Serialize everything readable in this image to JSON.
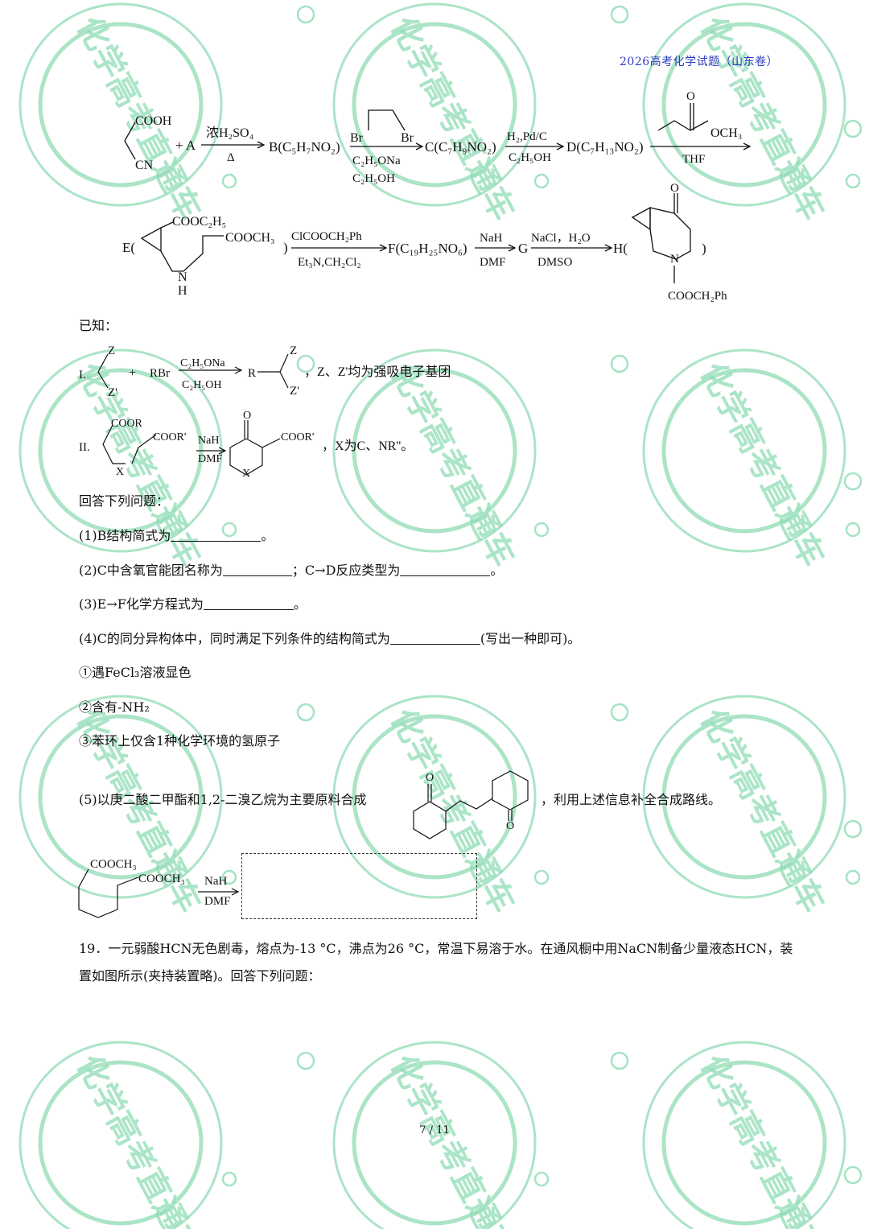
{
  "header": {
    "title": "2026高考化学试题（山东卷）"
  },
  "watermark": {
    "text": "化学高考直通车",
    "color": "#8fdcb4"
  },
  "scheme": {
    "row1": {
      "reactant_cooh": "COOH",
      "reactant_cn": "CN",
      "plus_a": "+ A",
      "arrow1_top": "浓H₂SO₄",
      "arrow1_bottom": "Δ",
      "B": "B(C₅H₇NO₂)",
      "reagent_br1": "Br",
      "reagent_br2": "Br",
      "arrow2_bottom1": "C₂H₅ONa",
      "arrow2_bottom2": "C₂H₅OH",
      "C": "C(C₇H₉NO₂)",
      "arrow3_top": "H₂,Pd/C",
      "arrow3_bottom": "C₂H₅OH",
      "D": "D(C₇H₁₃NO₂)",
      "reagent_o": "O",
      "reagent_och3": "OCH₃",
      "arrow4_bottom": "THF"
    },
    "row2": {
      "E_prefix": "E(",
      "E_cooc2h5": "COOC₂H₅",
      "E_cooch3": "COOCH₃",
      "E_nh_n": "N",
      "E_nh_h": "H",
      "E_suffix": ")",
      "arrow5_top": "ClCOOCH₂Ph",
      "arrow5_bottom": "Et₃N,CH₂Cl₂",
      "F": "F(C₁₉H₂₅NO₆)",
      "arrow6_top": "NaH",
      "arrow6_bottom": "DMF",
      "G": "G",
      "arrow7_top": "NaCl，H₂O",
      "arrow7_bottom": "DMSO",
      "H_prefix": "H(",
      "H_o": "O",
      "H_n": "N",
      "H_cbz": "COOCH₂Ph",
      "H_suffix": ")"
    }
  },
  "known": {
    "heading": "已知：",
    "I": {
      "label": "I.",
      "z": "Z",
      "z_prime": "Z'",
      "plus": "+",
      "rbr": "RBr",
      "arrow_top": "C₂H₅ONa",
      "arrow_bottom": "C₂H₅OH",
      "r": "R",
      "note": "，Z、Z'均为强吸电子基团"
    },
    "II": {
      "label": "II.",
      "coor": "COOR",
      "coor_prime": "COOR'",
      "x": "X",
      "arrow_top": "NaH",
      "arrow_bottom": "DMF",
      "o": "O",
      "note": "，X为C、NR''。"
    }
  },
  "questions": {
    "intro": "回答下列问题：",
    "q1": {
      "pre": "(1)B结构简式为",
      "post": "。"
    },
    "q2": {
      "pre": "(2)C中含氧官能团名称为",
      "mid": "；C→D反应类型为",
      "post": "。"
    },
    "q3": {
      "pre": "(3)E→F化学方程式为",
      "post": "。"
    },
    "q4": {
      "pre": "(4)C的同分异构体中，同时满足下列条件的结构简式为",
      "post": "(写出一种即可)。"
    },
    "cond1": "①遇FeCl₃溶液显色",
    "cond2": "②含有-NH₂",
    "cond3": "③苯环上仅含1种化学环境的氢原子",
    "q5": {
      "pre": "(5)以庚二酸二甲酯和1,2-二溴乙烷为主要原料合成",
      "post": "，利用上述信息补全合成路线。",
      "o1": "O",
      "o2": "O",
      "start_cooch3_a": "COOCH₃",
      "start_cooch3_b": "COOCH₃",
      "arrow_top": "NaH",
      "arrow_bottom": "DMF"
    },
    "q19": "19．一元弱酸HCN无色剧毒，熔点为-13 °C，沸点为26 °C，常温下易溶于水。在通风橱中用NaCN制备少量液态HCN，装置如图所示(夹持装置略)。回答下列问题："
  },
  "footer": {
    "page": "7 / 11"
  }
}
